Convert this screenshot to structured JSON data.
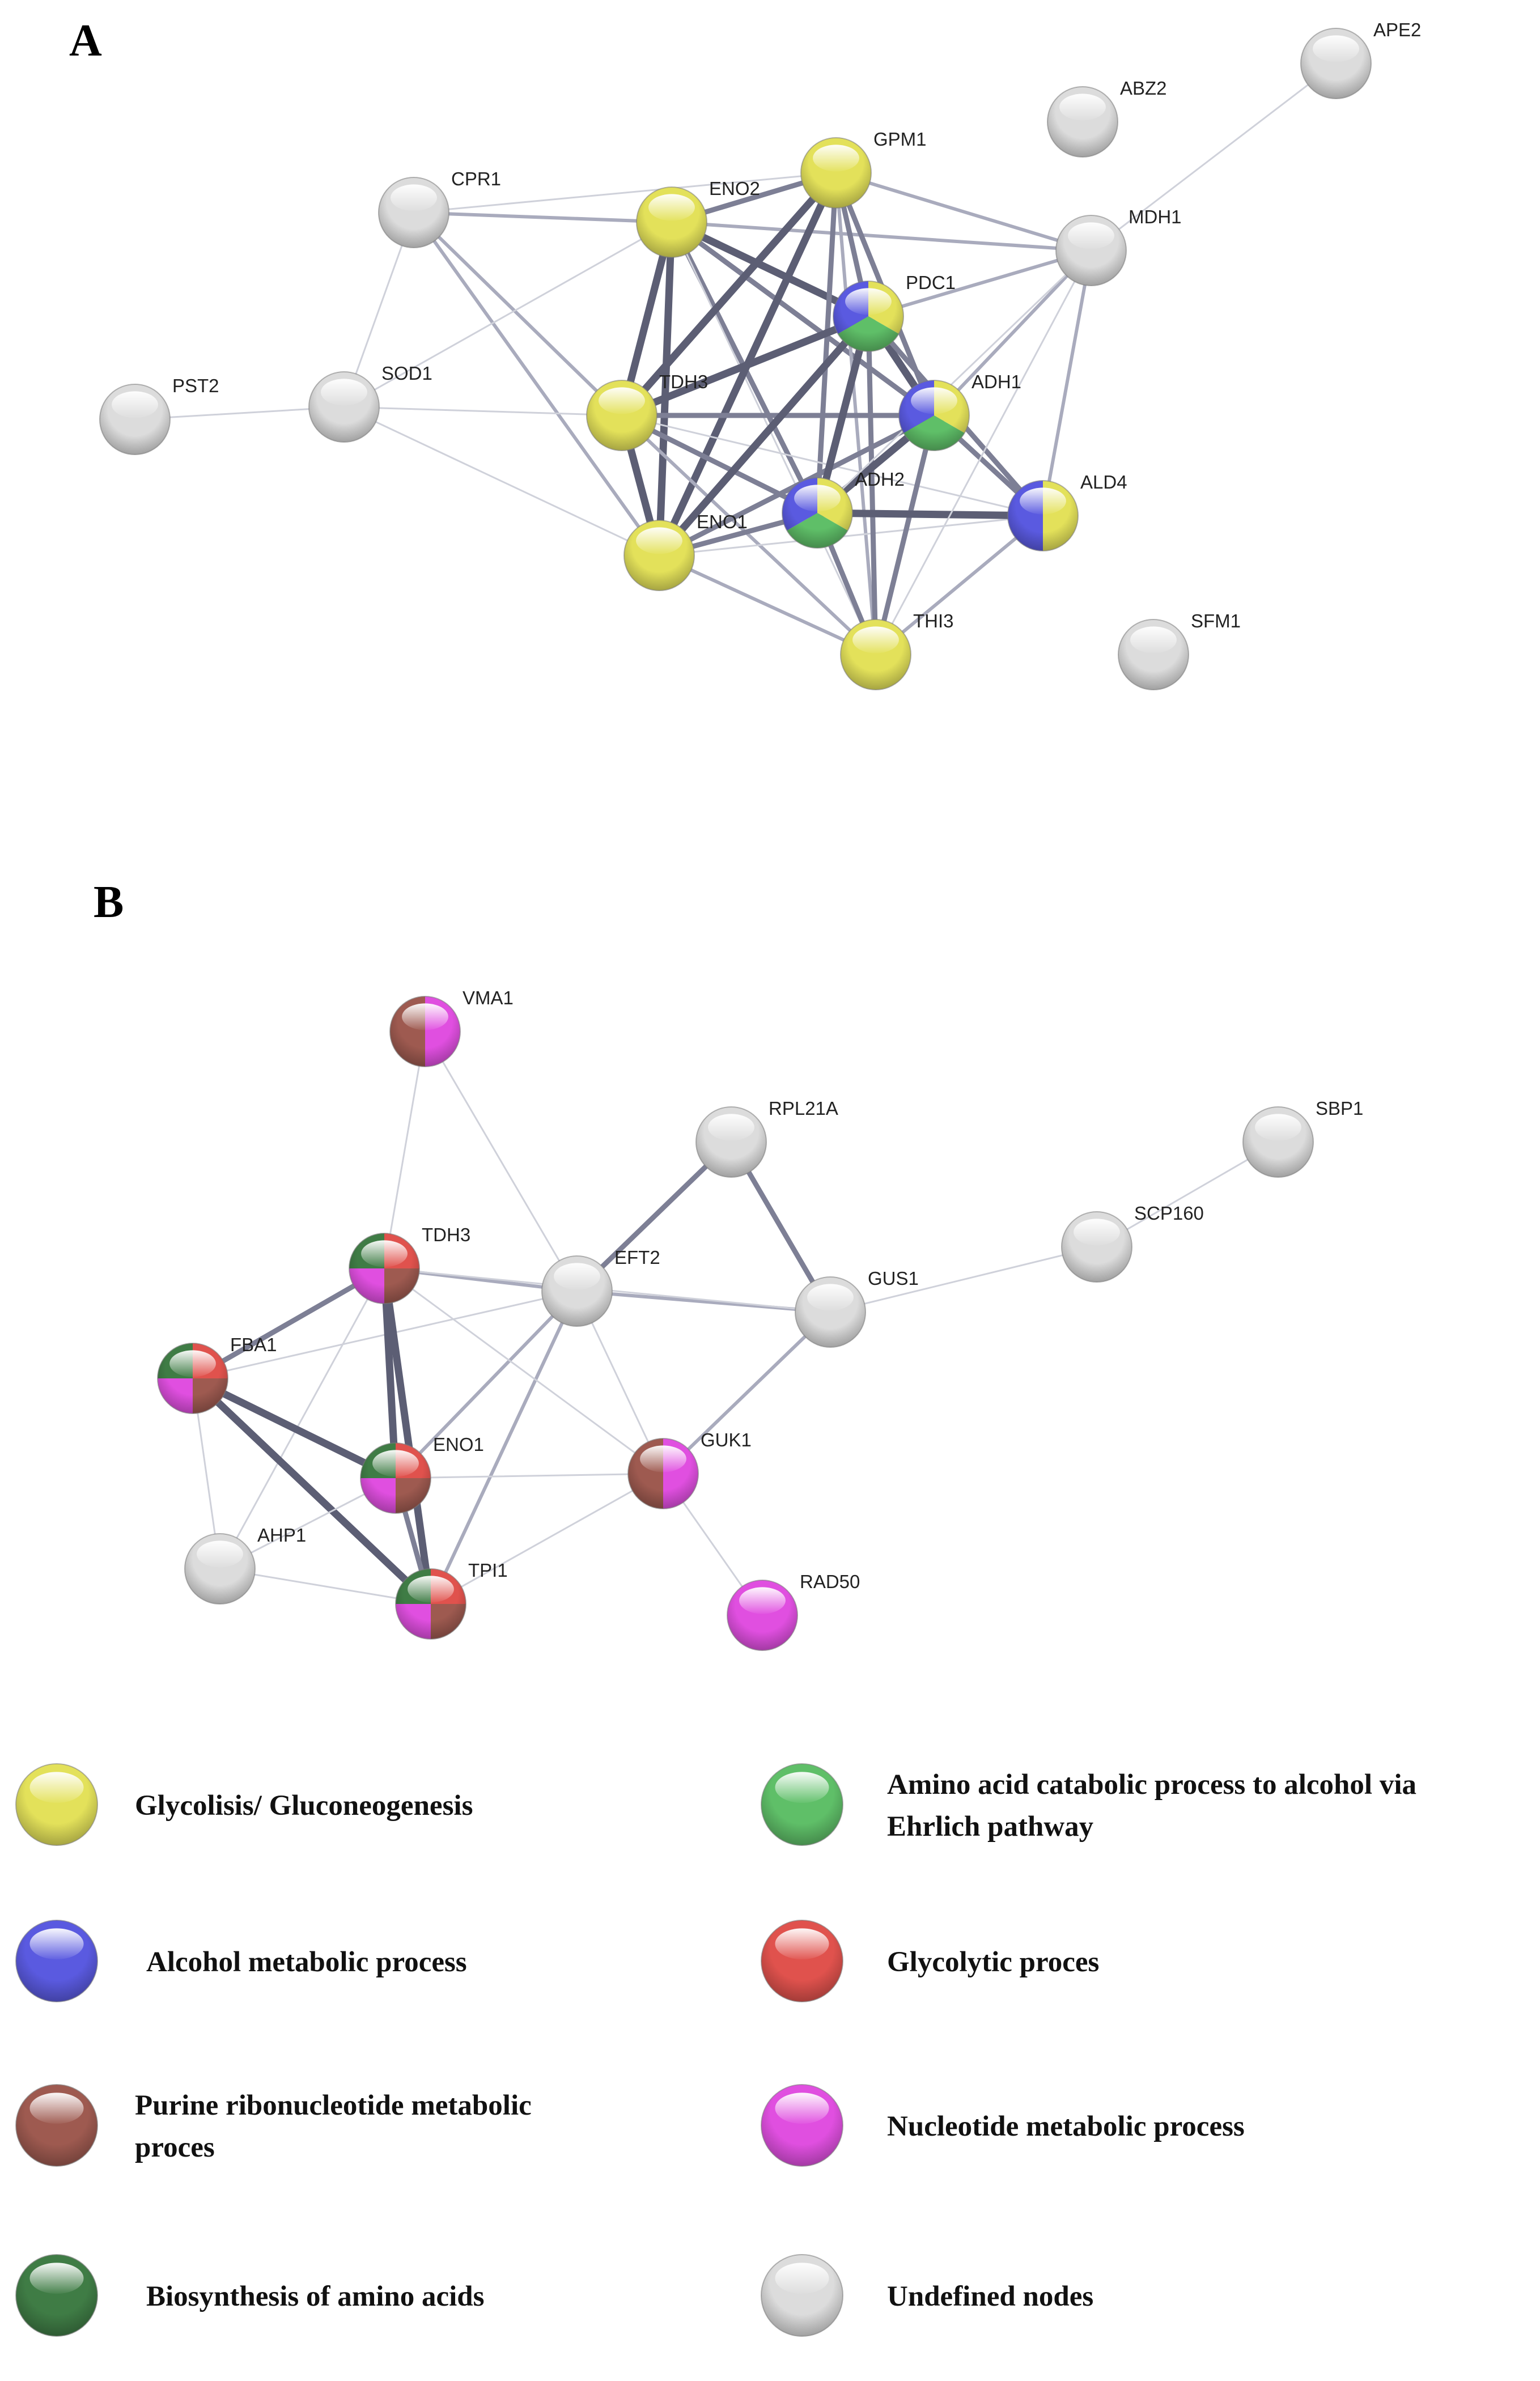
{
  "panels": [
    {
      "letter": "A",
      "nodes": [
        {
          "id": "APE2",
          "label": "APE2",
          "cats": [
            "undefined"
          ]
        },
        {
          "id": "ABZ2",
          "label": "ABZ2",
          "cats": [
            "undefined"
          ]
        },
        {
          "id": "GPM1",
          "label": "GPM1",
          "cats": [
            "glycolysis"
          ]
        },
        {
          "id": "CPR1",
          "label": "CPR1",
          "cats": [
            "undefined"
          ]
        },
        {
          "id": "ENO2",
          "label": "ENO2",
          "cats": [
            "glycolysis"
          ]
        },
        {
          "id": "MDH1",
          "label": "MDH1",
          "cats": [
            "undefined"
          ]
        },
        {
          "id": "PDC1",
          "label": "PDC1",
          "cats": [
            "glycolysis",
            "amino_ehrlich",
            "alcohol"
          ]
        },
        {
          "id": "PST2",
          "label": "PST2",
          "cats": [
            "undefined"
          ]
        },
        {
          "id": "SOD1",
          "label": "SOD1",
          "cats": [
            "undefined"
          ]
        },
        {
          "id": "TDH3",
          "label": "TDH3",
          "cats": [
            "glycolysis"
          ]
        },
        {
          "id": "ADH1",
          "label": "ADH1",
          "cats": [
            "glycolysis",
            "amino_ehrlich",
            "alcohol"
          ]
        },
        {
          "id": "ALD4",
          "label": "ALD4",
          "cats": [
            "glycolysis",
            "alcohol"
          ]
        },
        {
          "id": "ADH2",
          "label": "ADH2",
          "cats": [
            "glycolysis",
            "amino_ehrlich",
            "alcohol"
          ]
        },
        {
          "id": "ENO1",
          "label": "ENO1",
          "cats": [
            "glycolysis"
          ]
        },
        {
          "id": "THI3",
          "label": "THI3",
          "cats": [
            "glycolysis"
          ]
        },
        {
          "id": "SFM1",
          "label": "SFM1",
          "cats": [
            "undefined"
          ]
        }
      ],
      "edges": [
        [
          "APE2",
          "MDH1",
          1
        ],
        [
          "CPR1",
          "ENO2",
          2
        ],
        [
          "CPR1",
          "SOD1",
          1
        ],
        [
          "CPR1",
          "TDH3",
          2
        ],
        [
          "CPR1",
          "ENO1",
          2
        ],
        [
          "CPR1",
          "GPM1",
          1
        ],
        [
          "PST2",
          "SOD1",
          1
        ],
        [
          "SOD1",
          "TDH3",
          1
        ],
        [
          "SOD1",
          "ENO1",
          1
        ],
        [
          "SOD1",
          "ENO2",
          1
        ],
        [
          "ENO2",
          "GPM1",
          3
        ],
        [
          "ENO2",
          "TDH3",
          4
        ],
        [
          "ENO2",
          "ENO1",
          4
        ],
        [
          "ENO2",
          "PDC1",
          4
        ],
        [
          "ENO2",
          "ADH1",
          3
        ],
        [
          "ENO2",
          "ADH2",
          3
        ],
        [
          "ENO2",
          "MDH1",
          2
        ],
        [
          "ENO2",
          "THI3",
          1
        ],
        [
          "GPM1",
          "TDH3",
          4
        ],
        [
          "GPM1",
          "ENO1",
          4
        ],
        [
          "GPM1",
          "PDC1",
          3
        ],
        [
          "GPM1",
          "ADH1",
          3
        ],
        [
          "GPM1",
          "ADH2",
          3
        ],
        [
          "GPM1",
          "MDH1",
          2
        ],
        [
          "GPM1",
          "THI3",
          2
        ],
        [
          "TDH3",
          "ENO1",
          4
        ],
        [
          "TDH3",
          "PDC1",
          4
        ],
        [
          "TDH3",
          "ADH1",
          3
        ],
        [
          "TDH3",
          "ADH2",
          3
        ],
        [
          "TDH3",
          "THI3",
          2
        ],
        [
          "TDH3",
          "ALD4",
          1
        ],
        [
          "ENO1",
          "PDC1",
          4
        ],
        [
          "ENO1",
          "ADH1",
          3
        ],
        [
          "ENO1",
          "ADH2",
          3
        ],
        [
          "ENO1",
          "THI3",
          2
        ],
        [
          "ENO1",
          "ALD4",
          1
        ],
        [
          "PDC1",
          "ADH1",
          4
        ],
        [
          "PDC1",
          "ADH2",
          4
        ],
        [
          "PDC1",
          "ALD4",
          3
        ],
        [
          "PDC1",
          "THI3",
          3
        ],
        [
          "PDC1",
          "MDH1",
          2
        ],
        [
          "ADH1",
          "ADH2",
          4
        ],
        [
          "ADH1",
          "ALD4",
          3
        ],
        [
          "ADH1",
          "THI3",
          3
        ],
        [
          "ADH1",
          "MDH1",
          2
        ],
        [
          "ADH2",
          "ALD4",
          4
        ],
        [
          "ADH2",
          "THI3",
          3
        ],
        [
          "ADH2",
          "MDH1",
          1
        ],
        [
          "ALD4",
          "MDH1",
          2
        ],
        [
          "ALD4",
          "THI3",
          2
        ],
        [
          "MDH1",
          "THI3",
          1
        ]
      ]
    },
    {
      "letter": "B",
      "nodes": [
        {
          "id": "VMA1",
          "label": "VMA1",
          "cats": [
            "nucleotide",
            "purine"
          ]
        },
        {
          "id": "RPL21A",
          "label": "RPL21A",
          "cats": [
            "undefined"
          ]
        },
        {
          "id": "SBP1",
          "label": "SBP1",
          "cats": [
            "undefined"
          ]
        },
        {
          "id": "SCP160",
          "label": "SCP160",
          "cats": [
            "undefined"
          ]
        },
        {
          "id": "TDH3",
          "label": "TDH3",
          "cats": [
            "biosynthesis_aa",
            "glycolytic",
            "purine",
            "nucleotide"
          ]
        },
        {
          "id": "EFT2",
          "label": "EFT2",
          "cats": [
            "undefined"
          ]
        },
        {
          "id": "GUS1",
          "label": "GUS1",
          "cats": [
            "undefined"
          ]
        },
        {
          "id": "FBA1",
          "label": "FBA1",
          "cats": [
            "biosynthesis_aa",
            "glycolytic",
            "purine",
            "nucleotide"
          ]
        },
        {
          "id": "ENO1",
          "label": "ENO1",
          "cats": [
            "biosynthesis_aa",
            "glycolytic",
            "purine",
            "nucleotide"
          ]
        },
        {
          "id": "GUK1",
          "label": "GUK1",
          "cats": [
            "nucleotide",
            "purine"
          ]
        },
        {
          "id": "AHP1",
          "label": "AHP1",
          "cats": [
            "undefined"
          ]
        },
        {
          "id": "TPI1",
          "label": "TPI1",
          "cats": [
            "biosynthesis_aa",
            "glycolytic",
            "purine",
            "nucleotide"
          ]
        },
        {
          "id": "RAD50",
          "label": "RAD50",
          "cats": [
            "nucleotide"
          ]
        }
      ],
      "edges": [
        [
          "VMA1",
          "TDH3",
          1
        ],
        [
          "VMA1",
          "EFT2",
          1
        ],
        [
          "RPL21A",
          "EFT2",
          3
        ],
        [
          "RPL21A",
          "GUS1",
          3
        ],
        [
          "SBP1",
          "SCP160",
          1
        ],
        [
          "SCP160",
          "GUS1",
          1
        ],
        [
          "EFT2",
          "GUS1",
          2
        ],
        [
          "EFT2",
          "TDH3",
          2
        ],
        [
          "EFT2",
          "FBA1",
          1
        ],
        [
          "EFT2",
          "ENO1",
          2
        ],
        [
          "EFT2",
          "TPI1",
          2
        ],
        [
          "EFT2",
          "GUK1",
          1
        ],
        [
          "GUS1",
          "GUK1",
          2
        ],
        [
          "GUS1",
          "TDH3",
          1
        ],
        [
          "TDH3",
          "FBA1",
          3
        ],
        [
          "TDH3",
          "ENO1",
          4
        ],
        [
          "TDH3",
          "TPI1",
          4
        ],
        [
          "TDH3",
          "AHP1",
          1
        ],
        [
          "TDH3",
          "GUK1",
          1
        ],
        [
          "FBA1",
          "ENO1",
          4
        ],
        [
          "FBA1",
          "TPI1",
          4
        ],
        [
          "FBA1",
          "AHP1",
          1
        ],
        [
          "ENO1",
          "TPI1",
          3
        ],
        [
          "ENO1",
          "GUK1",
          1
        ],
        [
          "ENO1",
          "AHP1",
          1
        ],
        [
          "AHP1",
          "TPI1",
          1
        ],
        [
          "TPI1",
          "GUK1",
          1
        ],
        [
          "GUK1",
          "RAD50",
          1
        ]
      ]
    }
  ],
  "categories": {
    "glycolysis": {
      "label": "Glycolisis/ Gluconeogenesis",
      "color": "#e3e15a"
    },
    "amino_ehrlich": {
      "label": "Amino acid catabolic process to alcohol via Ehrlich  pathway",
      "color": "#5fbf68"
    },
    "alcohol": {
      "label": "Alcohol metabolic process",
      "color": "#5a5ae0"
    },
    "glycolytic": {
      "label": "Glycolytic proces",
      "color": "#e0524d"
    },
    "purine": {
      "label": "Purine ribonucleotide metabolic proces",
      "color": "#9e5a50"
    },
    "nucleotide": {
      "label": "Nucleotide metabolic process",
      "color": "#e04fe0"
    },
    "biosynthesis_aa": {
      "label": "Biosynthesis of amino acids",
      "color": "#3f7c45"
    },
    "undefined": {
      "label": "Undefined nodes",
      "color": "#dcdcdc"
    }
  },
  "legend": [
    {
      "cat": "glycolysis",
      "lines": [
        "Glycolisis/ Gluconeogenesis"
      ]
    },
    {
      "cat": "amino_ehrlich",
      "lines": [
        "Amino acid catabolic process to alcohol via",
        "Ehrlich  pathway"
      ]
    },
    {
      "cat": "alcohol",
      "lines": [
        "Alcohol metabolic process"
      ]
    },
    {
      "cat": "glycolytic",
      "lines": [
        "Glycolytic proces"
      ]
    },
    {
      "cat": "purine",
      "lines": [
        "Purine ribonucleotide metabolic",
        " proces"
      ]
    },
    {
      "cat": "nucleotide",
      "lines": [
        "Nucleotide metabolic process"
      ]
    },
    {
      "cat": "biosynthesis_aa",
      "lines": [
        "Biosynthesis of amino acids"
      ]
    },
    {
      "cat": "undefined",
      "lines": [
        "Undefined nodes"
      ]
    }
  ]
}
